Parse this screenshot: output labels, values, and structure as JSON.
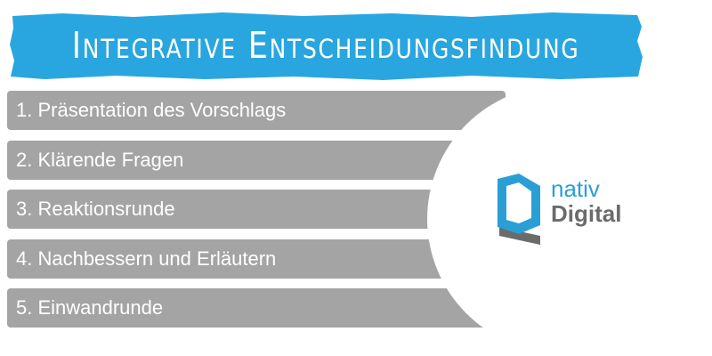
{
  "header": {
    "title": "Integrative Entscheidungsfindung"
  },
  "steps": [
    {
      "label": "1. Präsentation des Vorschlags"
    },
    {
      "label": "2. Klärende Fragen"
    },
    {
      "label": "3. Reaktionsrunde"
    },
    {
      "label": "4. Nachbessern und Erläutern"
    },
    {
      "label": "5. Einwandrunde"
    }
  ],
  "logo": {
    "line1": "nativ",
    "line2": "Digital",
    "icon": "nativ-digital-logo-mark"
  },
  "colors": {
    "banner": "#29a6df",
    "step": "#a4a4a4",
    "logo_blue": "#2a9fd6",
    "logo_gray": "#6b6b6b"
  }
}
